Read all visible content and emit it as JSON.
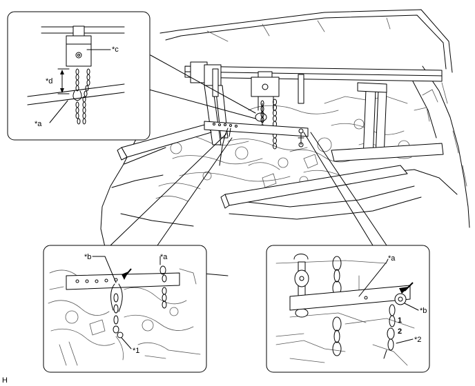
{
  "callouts": {
    "top_left": {
      "a": "*a",
      "c": "*c",
      "d": "*d"
    },
    "bottom_left": {
      "b": "*b",
      "a": "*a",
      "one": "*1"
    },
    "bottom_right": {
      "a": "*a",
      "b": "*b",
      "two": "*2",
      "n1": "1",
      "n2": "2"
    }
  },
  "figure_id": "H"
}
